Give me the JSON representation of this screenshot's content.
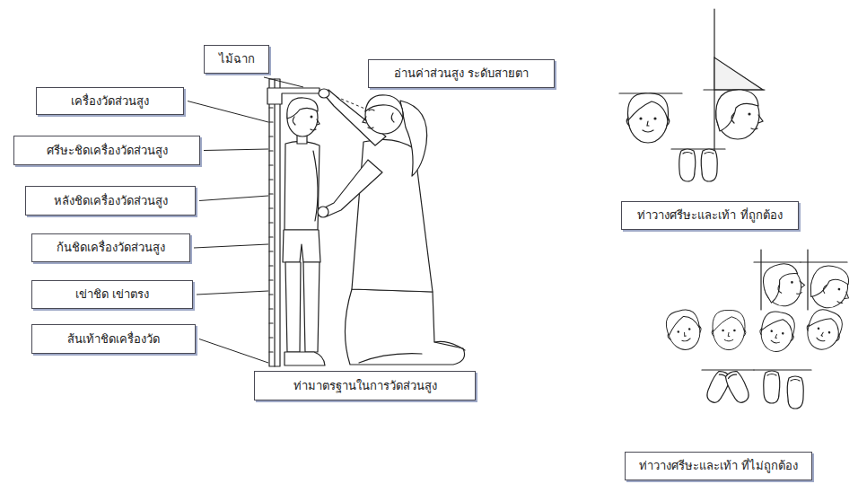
{
  "diagram": {
    "nodes": [
      {
        "text": [
          "ไม้ฉาก"
        ]
      },
      {
        "text": [
          "อ่านค่าส่วนสูง ระดับสายตา"
        ]
      },
      {
        "text": [
          "เครื่องวัดส่วนสูง"
        ]
      },
      {
        "text": [
          "ศรีษะชิดเครื่องวัดส่วนสูง"
        ]
      },
      {
        "text": [
          "หลังชิดเครื่องวัดส่วนสูง"
        ]
      },
      {
        "text": [
          "ก้นชิดเครื่องวัดส่วนสูง"
        ]
      },
      {
        "text": [
          "เข่าชิด เข่าตรง"
        ]
      },
      {
        "text": [
          "ส้นเท้าชิดเครื่องวัด"
        ]
      },
      {
        "text": [
          "ท่ามาตรฐานในการวัดส่วนสูง"
        ]
      },
      {
        "text": [
          "ท่าวางศรีษะและเท้า ที่ถูกต้อง"
        ]
      },
      {
        "text": [
          "ท่าวางศรีษะและเท้า ที่ไม่ถูกต้อง"
        ]
      }
    ]
  }
}
